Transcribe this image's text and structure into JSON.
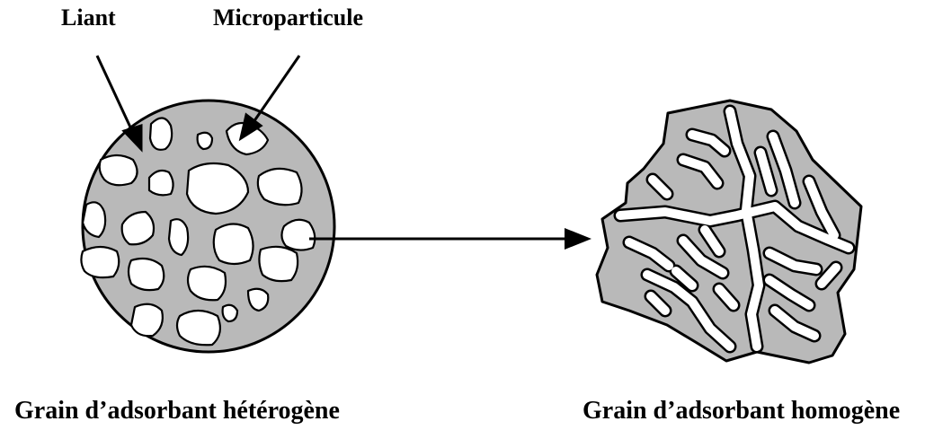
{
  "labels": {
    "binder": "Liant",
    "microparticle": "Microparticule",
    "heterogeneous_grain": "Grain d’adsorbant hétérogène",
    "homogeneous_grain": "Grain d’adsorbant homogène"
  },
  "colors": {
    "grain_fill": "#b9b9b9",
    "outline": "#000000",
    "pore": "#ffffff"
  }
}
